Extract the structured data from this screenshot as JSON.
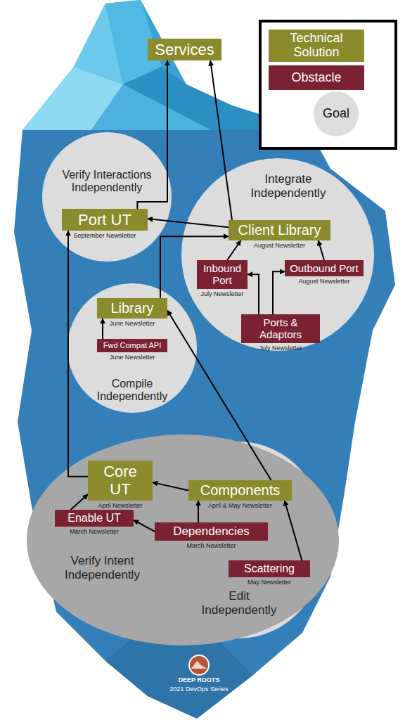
{
  "diagram": {
    "nodes": [
      {
        "text": [
          "Services"
        ]
      },
      {
        "text": [
          "Verify Interactions Independently"
        ]
      },
      {
        "text": [
          "Port UT",
          "September Newsletter"
        ],
        "in": 1
      },
      {
        "text": [
          "Integrate Independently"
        ]
      },
      {
        "text": [
          "Client Library",
          "August Newsletter"
        ],
        "in": 3
      },
      {
        "text": [
          "Inbound Port",
          "July Newsletter"
        ],
        "in": 3
      },
      {
        "text": [
          "Outbound Port",
          "August Newsletter"
        ],
        "in": 3
      },
      {
        "text": [
          "Ports & Adaptors",
          "July Newsletter"
        ],
        "in": 3
      },
      {
        "text": [
          "Compile Independently"
        ]
      },
      {
        "text": [
          "Library",
          "June Newsletter"
        ],
        "in": 8
      },
      {
        "text": [
          "Fwd Compat API",
          "June Newsletter"
        ],
        "in": 8
      },
      {
        "text": [
          "Verify Intent Independently"
        ]
      },
      {
        "text": [
          "Core UT",
          "April Newsletter"
        ],
        "in": 11
      },
      {
        "text": [
          "Enable UT",
          "March Newsletter"
        ],
        "in": 11
      },
      {
        "text": [
          "Edit Independently"
        ],
        "in": 11
      },
      {
        "text": [
          "Components",
          "April & May Newsletter"
        ],
        "in": 14
      },
      {
        "text": [
          "Dependencies",
          "March Newsletter"
        ],
        "in": 14
      },
      {
        "text": [
          "Scattering",
          "May Newsletter"
        ],
        "in": 14
      }
    ],
    "edges": [
      {
        "from": 2,
        "to": 0,
        "arrow": "to"
      },
      {
        "from": 4,
        "to": 0,
        "arrow": "to"
      },
      {
        "from": 4,
        "to": 2,
        "arrow": "to"
      },
      {
        "from": 5,
        "to": 4,
        "arrow": "to"
      },
      {
        "from": 6,
        "to": 4,
        "arrow": "to"
      },
      {
        "from": 7,
        "to": 5,
        "arrow": "to"
      },
      {
        "from": 7,
        "to": 6,
        "arrow": "to"
      },
      {
        "from": 9,
        "to": 4,
        "arrow": "to"
      },
      {
        "from": 10,
        "to": 9,
        "arrow": "to"
      },
      {
        "from": 15,
        "to": 9,
        "arrow": "to"
      },
      {
        "from": 12,
        "to": 2,
        "arrow": "to"
      },
      {
        "from": 15,
        "to": 12,
        "arrow": "to"
      },
      {
        "from": 13,
        "to": 12,
        "arrow": "to"
      },
      {
        "from": 16,
        "to": 15,
        "arrow": "to"
      },
      {
        "from": 16,
        "to": 13,
        "arrow": "to"
      },
      {
        "from": 17,
        "to": 15,
        "arrow": "to"
      }
    ],
    "labels": [
      "DEEP ROOTS",
      "2021 DevOps Series"
    ],
    "legend": [
      {
        "text": "Technical Solution",
        "color": "#8b8a2d"
      },
      {
        "text": "Obstacle",
        "color": "#7b2232"
      },
      {
        "text": "Goal",
        "color": "#dddddd"
      }
    ]
  }
}
